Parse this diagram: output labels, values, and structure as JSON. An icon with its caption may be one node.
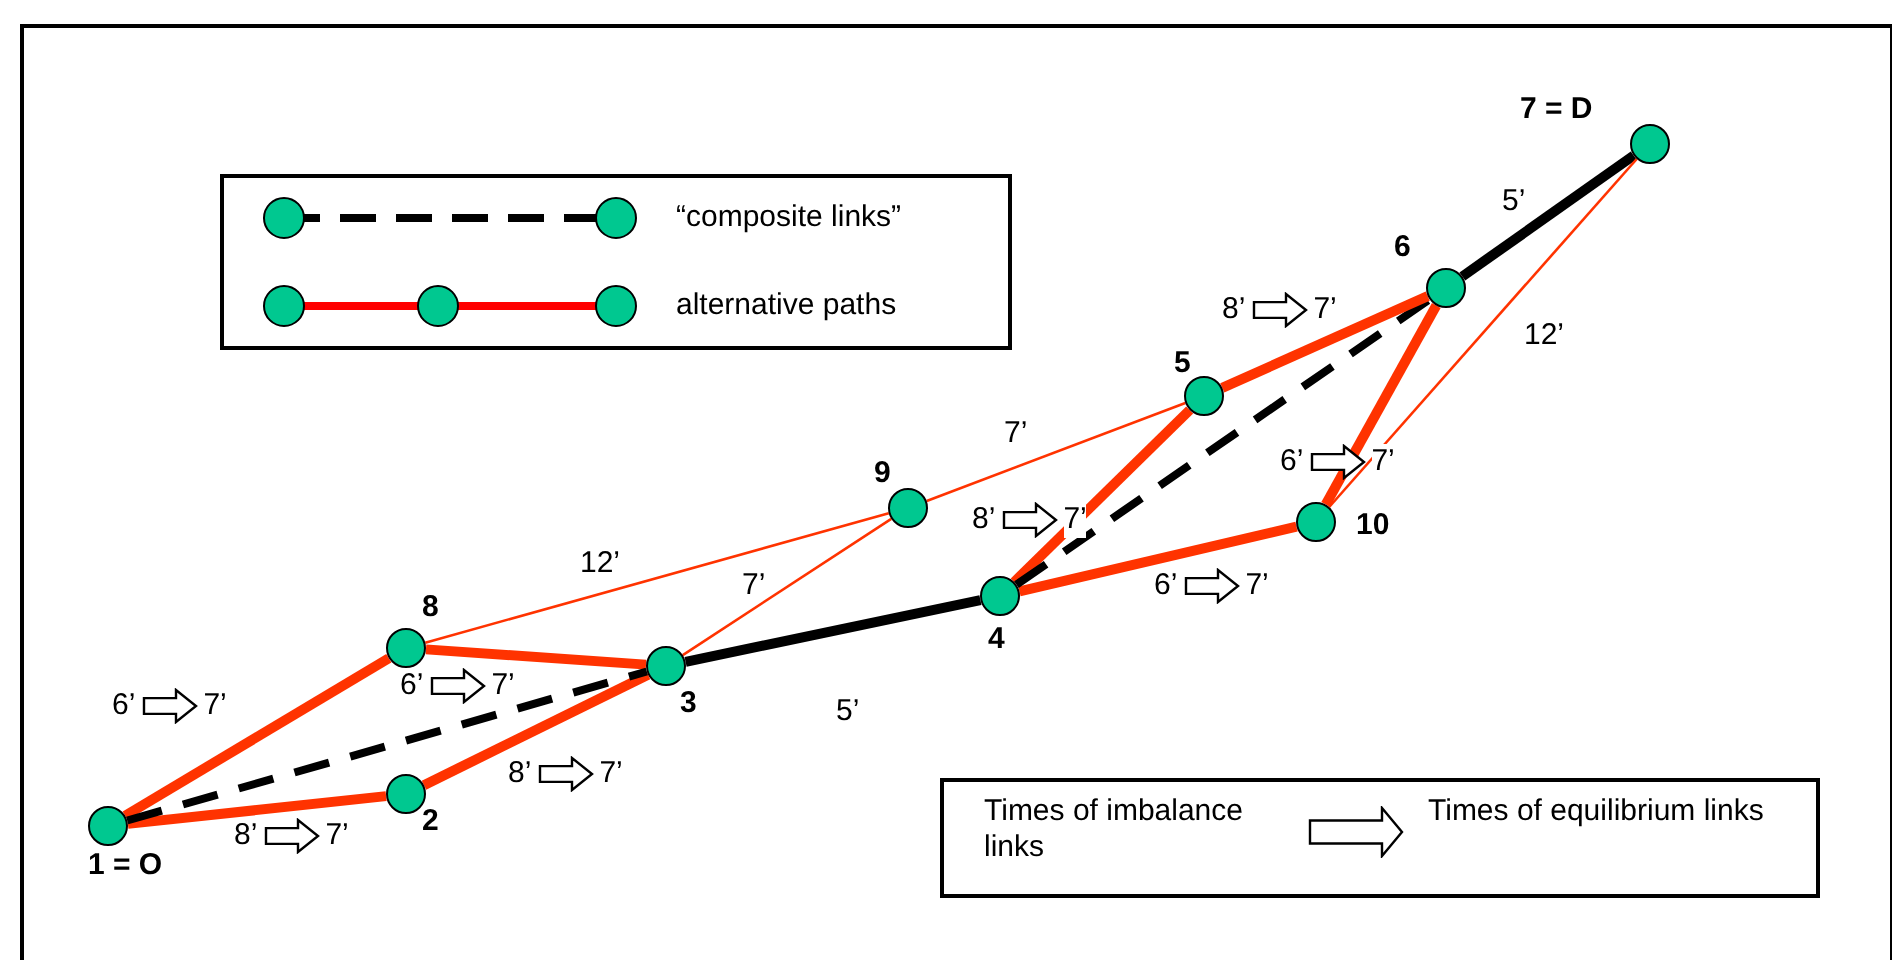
{
  "diagram": {
    "nodes": [
      {
        "text": [],
        "shape": "circle",
        "beside": [
          "1 = O"
        ]
      },
      {
        "text": [],
        "shape": "circle",
        "beside": [
          "2"
        ]
      },
      {
        "text": [],
        "shape": "circle",
        "beside": [
          "3"
        ]
      },
      {
        "text": [],
        "shape": "circle",
        "beside": [
          "4"
        ]
      },
      {
        "text": [],
        "shape": "circle",
        "beside": [
          "5"
        ]
      },
      {
        "text": [],
        "shape": "circle",
        "beside": [
          "6"
        ]
      },
      {
        "text": [],
        "shape": "circle",
        "beside": [
          "7 = D"
        ]
      },
      {
        "text": [],
        "shape": "circle",
        "beside": [
          "8"
        ]
      },
      {
        "text": [],
        "shape": "circle",
        "beside": [
          "9"
        ]
      },
      {
        "text": [],
        "shape": "circle",
        "beside": [
          "10"
        ]
      },
      {
        "text": [
          "Times of imbalance links",
          "Times of equilibrium links"
        ]
      }
    ],
    "edges": [
      {
        "from": 0,
        "to": 7,
        "arrow": "none",
        "label": "6’"
      },
      {
        "from": 0,
        "to": 1,
        "arrow": "none",
        "label": "8’"
      },
      {
        "from": 7,
        "to": 2,
        "arrow": "none",
        "label": "6’"
      },
      {
        "from": 1,
        "to": 2,
        "arrow": "none",
        "label": "8’"
      },
      {
        "from": 0,
        "to": 2,
        "arrow": "none",
        "style": "dashed",
        "color": "#000000"
      },
      {
        "from": 7,
        "to": 8,
        "arrow": "none",
        "label": "12’"
      },
      {
        "from": 8,
        "to": 2,
        "arrow": "none",
        "label": "7’"
      },
      {
        "from": 2,
        "to": 3,
        "arrow": "none",
        "color": "#000000",
        "label": "5’"
      },
      {
        "from": 8,
        "to": 4,
        "arrow": "none",
        "label": "7’"
      },
      {
        "from": 3,
        "to": 4,
        "arrow": "none",
        "label": "8’"
      },
      {
        "from": 3,
        "to": 9,
        "arrow": "none",
        "label": "6’"
      },
      {
        "from": 3,
        "to": 5,
        "arrow": "none",
        "style": "dashed",
        "color": "#000000"
      },
      {
        "from": 4,
        "to": 5,
        "arrow": "none",
        "label": "8’"
      },
      {
        "from": 9,
        "to": 5,
        "arrow": "none",
        "label": "6’"
      },
      {
        "from": 5,
        "to": 6,
        "arrow": "none",
        "color": "#000000",
        "label": "5’"
      },
      {
        "from": 9,
        "to": 6,
        "arrow": "none",
        "label": "12’"
      }
    ],
    "labels": [
      "7’",
      "7’",
      "7’",
      "7’",
      "7’",
      "7’",
      "7’",
      "7’"
    ],
    "legend": [
      {
        "text": "“composite links”"
      },
      {
        "text": "alternative paths"
      }
    ]
  }
}
